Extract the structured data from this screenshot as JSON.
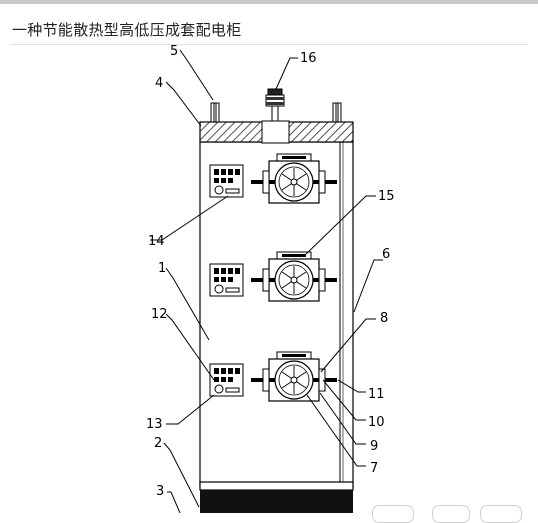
{
  "page": {
    "title": "一种节能散热型高低压成套配电柜"
  },
  "labels": {
    "l1": "1",
    "l2": "2",
    "l3": "3",
    "l4": "4",
    "l5": "5",
    "l6": "6",
    "l7": "7",
    "l8": "8",
    "l9": "9",
    "l10": "10",
    "l11": "11",
    "l12": "12",
    "l13": "13",
    "l14": "14",
    "l15": "15",
    "l16": "16"
  }
}
